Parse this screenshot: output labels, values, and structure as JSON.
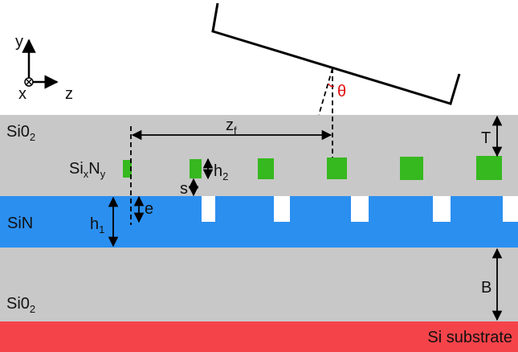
{
  "axes": {
    "y": "y",
    "x": "x",
    "z": "z"
  },
  "layers": {
    "top_cladding": "Si0",
    "top_cladding_sub": "2",
    "core": "SiN",
    "bottom_cladding": "Si0",
    "bottom_cladding_sub": "2",
    "substrate": "Si substrate"
  },
  "elements": {
    "base": "Si",
    "sub_x": "x",
    "n": "N",
    "sub_y": "y"
  },
  "dimensions": {
    "zf_main": "z",
    "zf_sub": "f",
    "theta": "θ",
    "T": "T",
    "h2_main": "h",
    "h2_sub": "2",
    "s": "s",
    "e": "e",
    "h1_main": "h",
    "h1_sub": "1",
    "B": "B"
  },
  "colors": {
    "cladding": "#c8c8c8",
    "core": "#2b8ff0",
    "element": "#36b81f",
    "substrate": "#f5434a",
    "theta": "#e01010"
  }
}
